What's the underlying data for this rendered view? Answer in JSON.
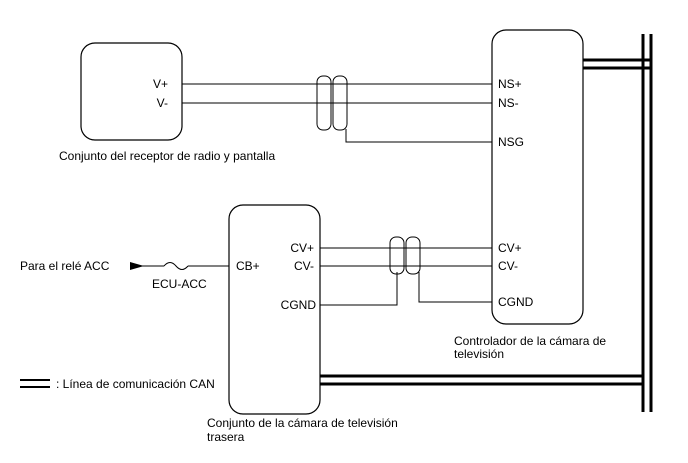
{
  "components": {
    "radio": {
      "name": "Conjunto del receptor de radio y pantalla",
      "pins": [
        "V+",
        "V-"
      ]
    },
    "controller": {
      "name_line1": "Controlador de la cámara de",
      "name_line2": "televisión",
      "pins": [
        "NS+",
        "NS-",
        "NSG",
        "CV+",
        "CV-",
        "CGND"
      ]
    },
    "rear_camera": {
      "name_line1": "Conjunto de la cámara de televisión",
      "name_line2": "trasera",
      "pins": [
        "CB+",
        "CV+",
        "CV-",
        "CGND"
      ]
    }
  },
  "power": {
    "source": "Para el relé ACC",
    "fuse": "ECU-ACC"
  },
  "legend": {
    "can_line": ": Línea de comunicación CAN"
  }
}
